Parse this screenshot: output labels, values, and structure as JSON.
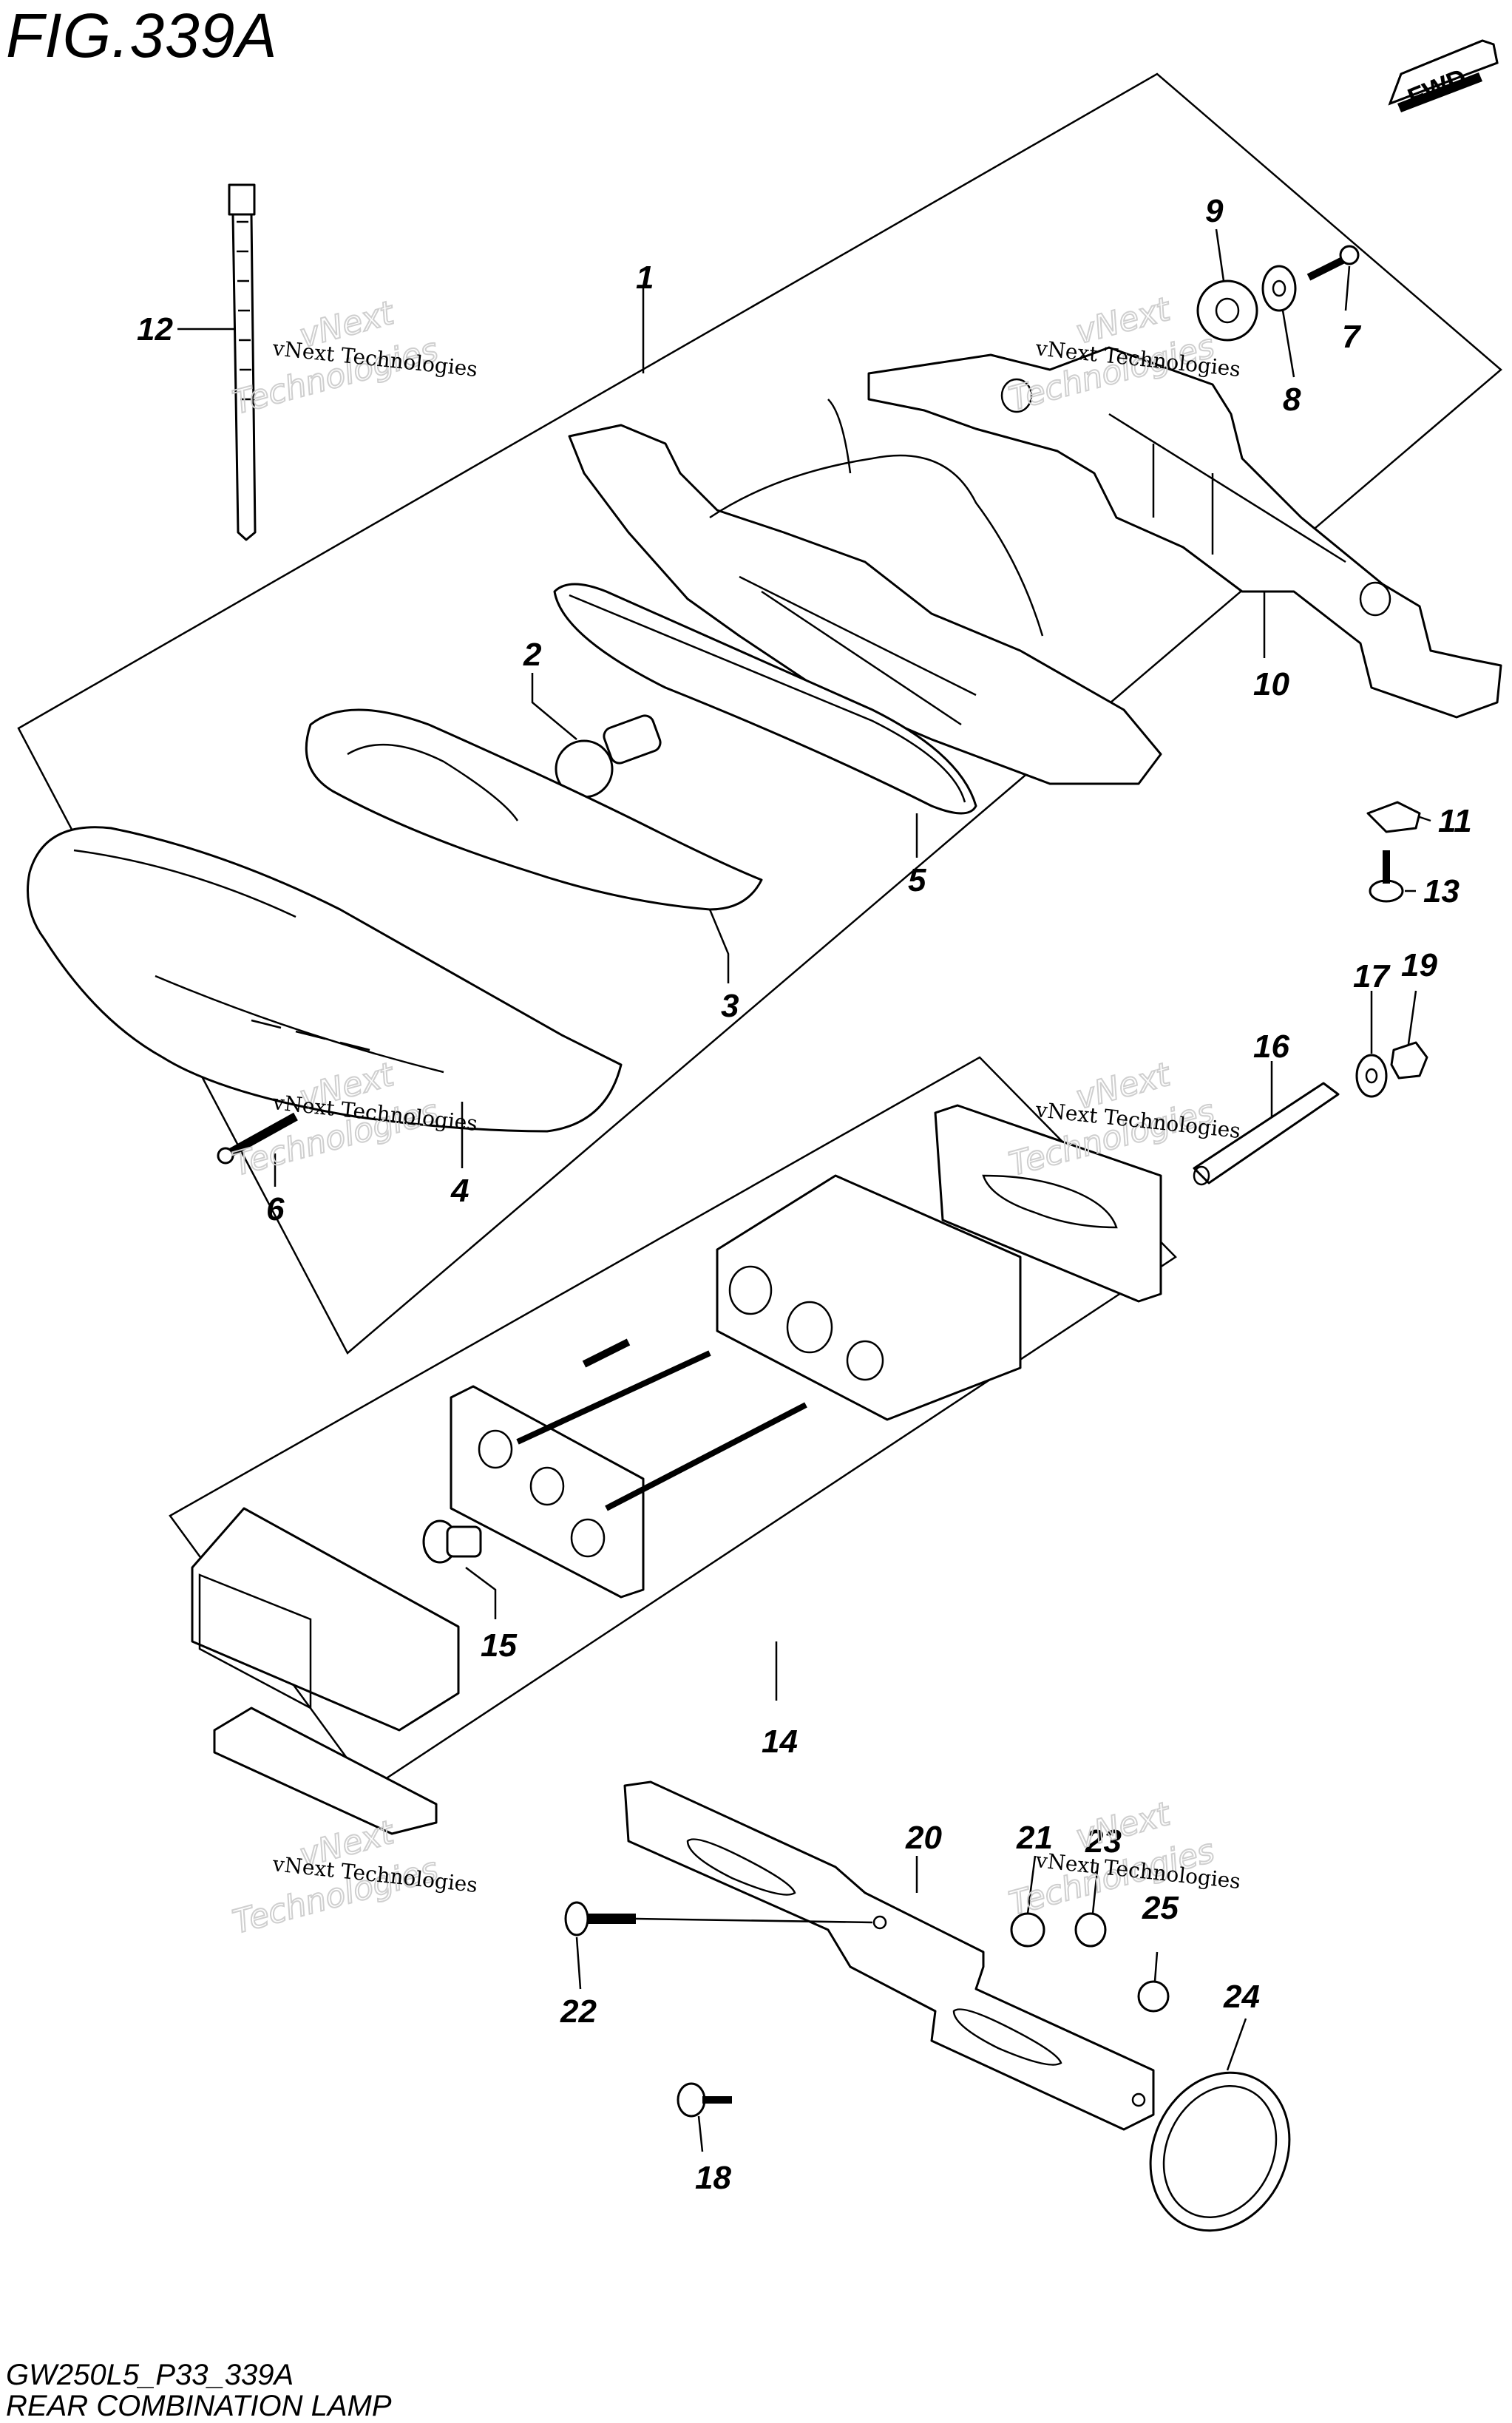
{
  "figure": {
    "title": "FIG.339A",
    "direction_label": "FWD",
    "model_code": "GW250L5_P33_339A",
    "name": "REAR COMBINATION LAMP"
  },
  "watermark": {
    "line1": "vNext Technologies",
    "line2": "vNext",
    "line3": "Technologies"
  },
  "callouts": [
    "1",
    "2",
    "3",
    "4",
    "5",
    "6",
    "7",
    "8",
    "9",
    "10",
    "11",
    "12",
    "13",
    "14",
    "15",
    "16",
    "17",
    "18",
    "19",
    "20",
    "21",
    "22",
    "23",
    "24",
    "25"
  ],
  "icons": {
    "direction_arrow": "fwd-arrow-icon"
  }
}
